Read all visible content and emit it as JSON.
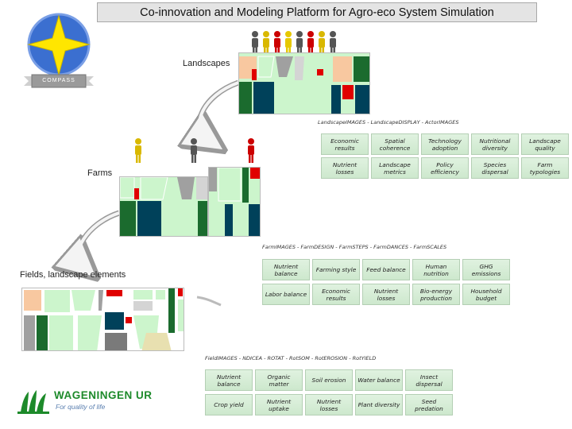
{
  "title": "Co-innovation and Modeling Platform for Agro-eco System Simulation",
  "logo": {
    "badge": "COMPASS"
  },
  "levels": {
    "landscape": {
      "label": "Landscapes",
      "caption": "LandscapeIMAGES - LandscapeDISPLAY - ActorIMAGES",
      "indicators": [
        [
          "Economic results",
          "Spatial coherence",
          "Technology adoption",
          "Nutritional diversity",
          "Landscape quality"
        ],
        [
          "Nutrient losses",
          "Landscape metrics",
          "Policy efficiency",
          "Species dispersal",
          "Farm typologies"
        ]
      ]
    },
    "farm": {
      "label": "Farms",
      "caption": "FarmIMAGES - FarmDESIGN - FarmSTEPS - FarmDANCES - FarmSCALES",
      "indicators": [
        [
          "Nutrient balance",
          "Farming style",
          "Feed balance",
          "Human nutrition",
          "GHG emissions"
        ],
        [
          "Labor balance",
          "Economic results",
          "Nutrient losses",
          "Bio-energy production",
          "Household budget"
        ]
      ]
    },
    "field": {
      "label": "Fields, landscape elements",
      "caption": "FieldIMAGES - NDICEA - ROTAT - RotSOM - RotEROSION - RotYIELD",
      "indicators": [
        [
          "Nutrient balance",
          "Organic matter",
          "Soil erosion",
          "Water balance",
          "Insect dispersal"
        ],
        [
          "Crop yield",
          "Nutrient uptake",
          "Nutrient losses",
          "Plant diversity",
          "Seed predation"
        ]
      ]
    }
  },
  "wur": {
    "name": "WAGENINGEN UR",
    "tagline": "For quality of life"
  },
  "colors": {
    "indicator_bg": "#d6ecd6",
    "map_green_light": "#ccf5cc",
    "map_dark_blue": "#00415a",
    "map_red": "#e00000",
    "map_peach": "#f8c8a0",
    "map_gray": "#a0a0a0",
    "logo_blue": "#3b6fd0",
    "logo_star": "#ffe600",
    "wur_green": "#1d8a2a"
  }
}
